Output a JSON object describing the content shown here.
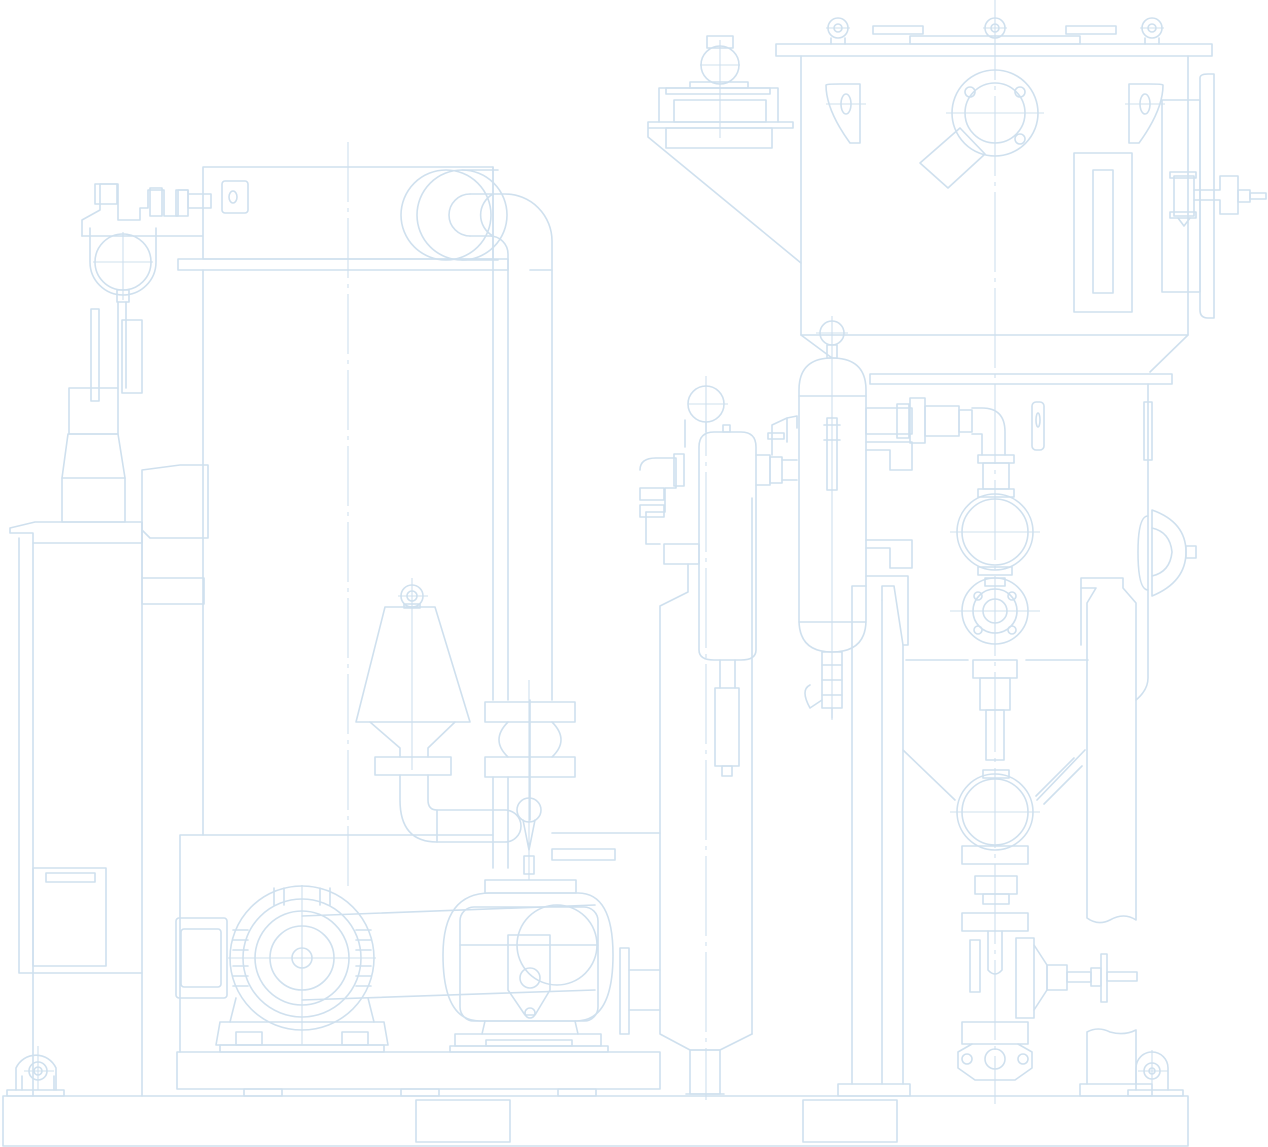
{
  "drawing": {
    "text": "",
    "colors": {
      "stroke": "#cfe0ee",
      "background": "#ffffff"
    },
    "components": [
      "base-frame",
      "left-cabinet",
      "control-box",
      "mounting-column",
      "suction-pipe",
      "silencer-cone",
      "electric-motor",
      "blower",
      "vertical-filter",
      "pressure-vessel",
      "hopper",
      "valve-stack",
      "level-gauge",
      "foot-mounts"
    ]
  }
}
